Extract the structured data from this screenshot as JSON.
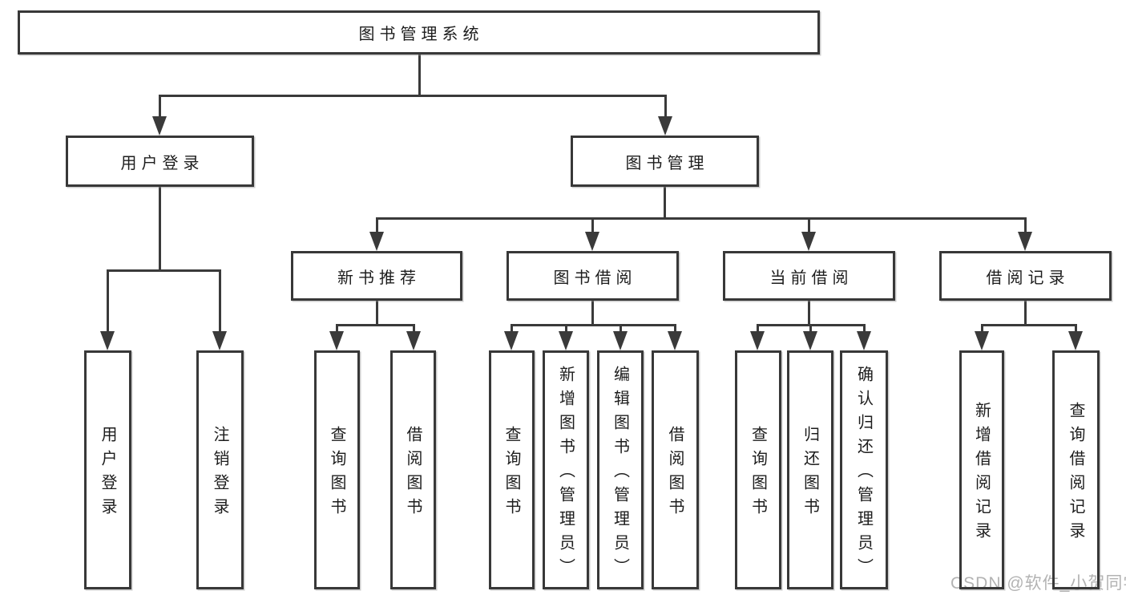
{
  "title": "图书管理系统",
  "colors": {
    "line": "#3a3a3a",
    "box_border": "#383838",
    "text": "#1d1d1d",
    "watermark": "#b3b3b3",
    "background": "#ffffff"
  },
  "tree": {
    "root": {
      "label": "图书管理系统"
    },
    "branches": [
      {
        "label": "用户登录",
        "children": [
          {
            "label": "用户登录"
          },
          {
            "label": "注销登录"
          }
        ]
      },
      {
        "label": "图书管理",
        "children": [
          {
            "label": "新书推荐",
            "children": [
              {
                "label": "查询图书"
              },
              {
                "label": "借阅图书"
              }
            ]
          },
          {
            "label": "图书借阅",
            "children": [
              {
                "label": "查询图书"
              },
              {
                "label": "新增图书（管理员）"
              },
              {
                "label": "编辑图书（管理员）"
              },
              {
                "label": "借阅图书"
              }
            ]
          },
          {
            "label": "当前借阅",
            "children": [
              {
                "label": "查询图书"
              },
              {
                "label": "归还图书"
              },
              {
                "label": "确认归还（管理员）"
              }
            ]
          },
          {
            "label": "借阅记录",
            "children": [
              {
                "label": "新增借阅记录"
              },
              {
                "label": "查询借阅记录"
              }
            ]
          }
        ]
      }
    ]
  },
  "watermark": {
    "text": "CSDN @软件_小贺同学"
  }
}
